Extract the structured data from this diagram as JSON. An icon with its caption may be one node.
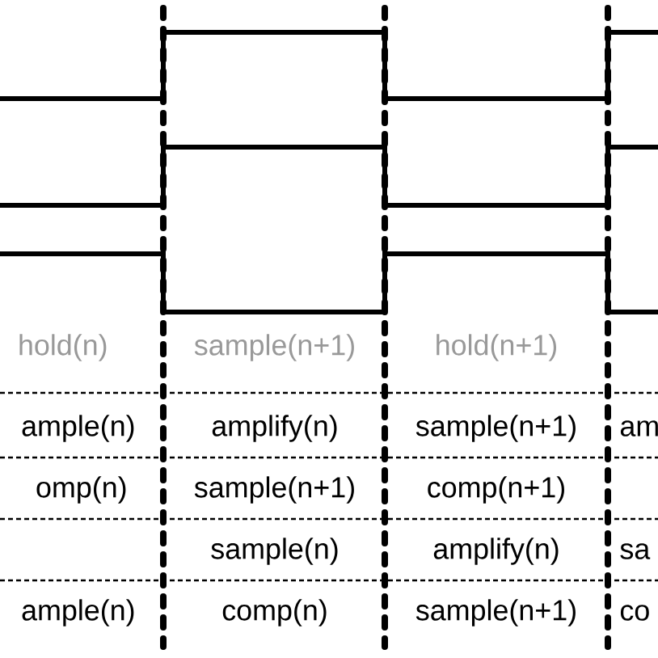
{
  "diagram": {
    "labels": [
      "hold(n)",
      "sample(n+1)",
      "hold(n+1)",
      "ample(n)",
      "amplify(n)",
      "sample(n+1)",
      "am",
      "omp(n)",
      "sample(n+1)",
      "comp(n+1)",
      "sample(n)",
      "amplify(n)",
      "sa",
      "ample(n)",
      "comp(n)",
      "sample(n+1)",
      "co"
    ]
  }
}
